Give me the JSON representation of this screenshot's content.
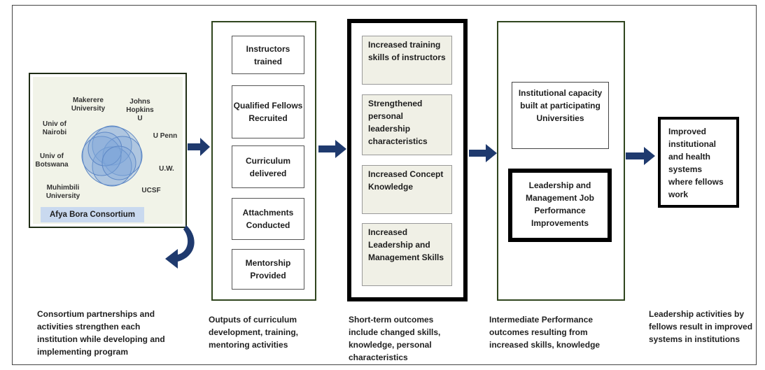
{
  "consortium": {
    "universities": [
      "Makerere University",
      "Johns Hopkins U",
      "Univ of Nairobi",
      "U Penn",
      "Univ of Botswana",
      "U.W.",
      "Muhimbili University",
      "UCSF"
    ],
    "label": "Afya Bora Consortium"
  },
  "outputs": [
    "Instructors trained",
    "Qualified Fellows Recruited",
    "Curriculum delivered",
    "Attachments Conducted",
    "Mentorship Provided"
  ],
  "short_term": [
    "Increased training skills of instructors",
    "Strengthened personal leadership characteristics",
    "Increased Concept Knowledge",
    "Increased Leadership and Management Skills"
  ],
  "intermediate": [
    "Institutional capacity  built at participating Universities",
    "Leadership and Management Job Performance Improvements"
  ],
  "long_term": "Improved institutional and health systems where fellows work",
  "captions": [
    "Consortium partnerships and activities strengthen each institution while developing and implementing program",
    "Outputs of curriculum development, training, mentoring activities",
    "Short-term  outcomes include changed skills, knowledge, personal characteristics",
    "Intermediate Performance outcomes resulting from increased skills, knowledge",
    "Leadership activities by fellows result in improved systems in institutions"
  ],
  "colors": {
    "arrow": "#1f3a6e",
    "logo": "#7fa6d9"
  }
}
